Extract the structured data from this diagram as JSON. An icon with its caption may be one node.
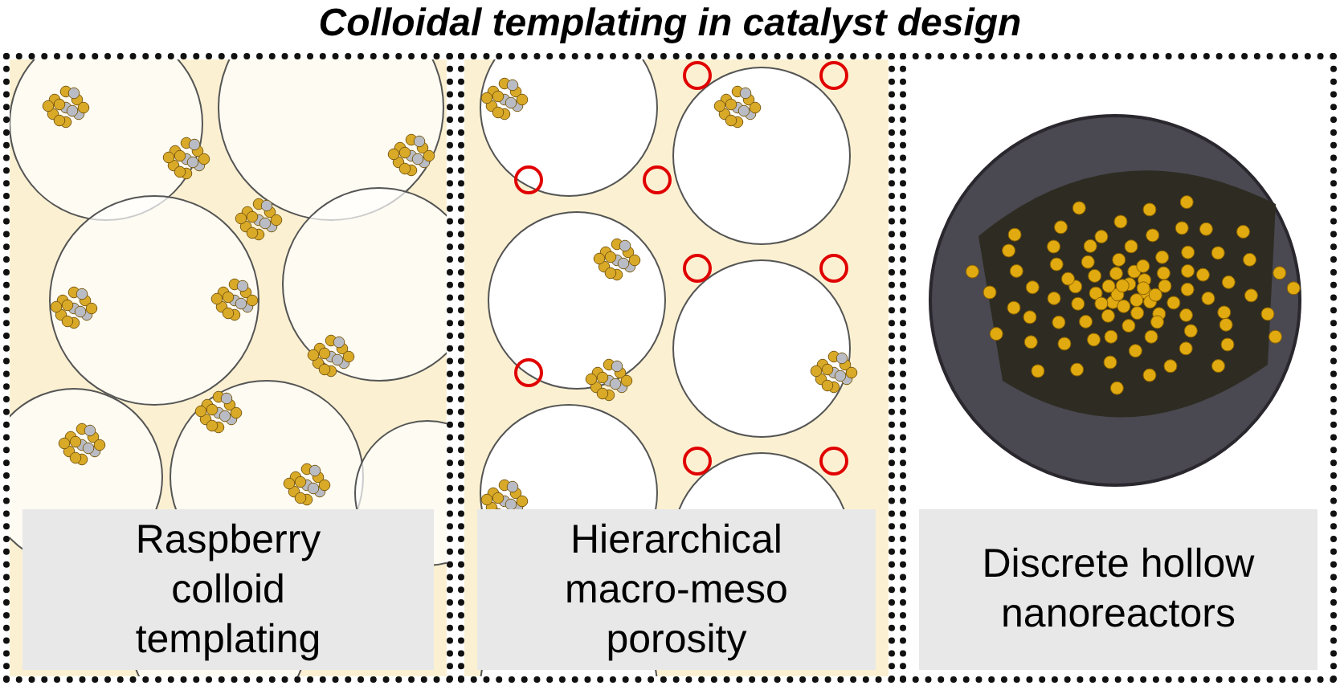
{
  "diagram": {
    "title": "Colloidal templating in catalyst design",
    "nodes": [
      {
        "text": [
          "Raspberry colloid templating"
        ]
      },
      {
        "text": [
          "Hierarchical macro-meso porosity"
        ]
      },
      {
        "text": [
          "Discrete hollow nanoreactors"
        ]
      }
    ]
  }
}
